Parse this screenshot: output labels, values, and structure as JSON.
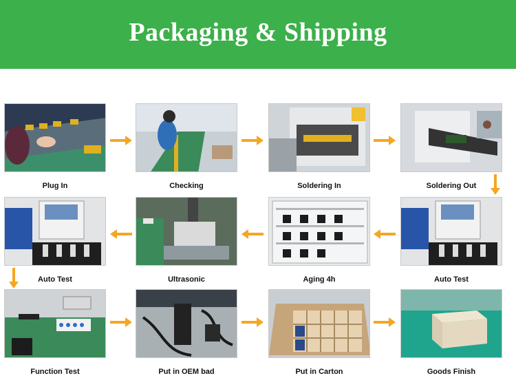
{
  "header": {
    "title": "Packaging & Shipping",
    "background": "#3cb04a"
  },
  "arrow_color": "#f5a623",
  "steps": [
    {
      "label": "Plug In"
    },
    {
      "label": "Checking"
    },
    {
      "label": "Soldering In"
    },
    {
      "label": "Soldering Out"
    },
    {
      "label": "Auto Test"
    },
    {
      "label": "Ultrasonic"
    },
    {
      "label": "Aging 4h"
    },
    {
      "label": "Auto Test"
    },
    {
      "label": "Function Test"
    },
    {
      "label": "Put in OEM bad"
    },
    {
      "label": "Put in Carton"
    },
    {
      "label": "Goods Finish"
    }
  ]
}
